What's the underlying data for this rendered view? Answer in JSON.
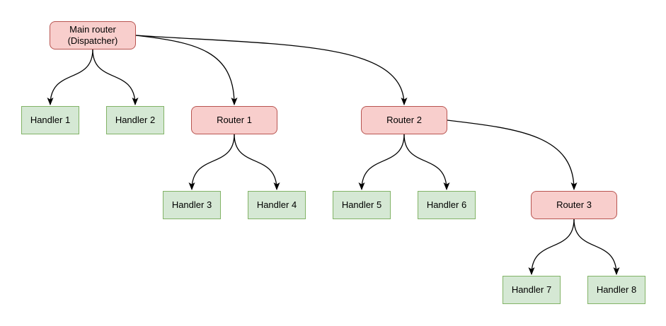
{
  "nodes": {
    "main": {
      "label": "Main router (Dispatcher)",
      "type": "router"
    },
    "h1": {
      "label": "Handler 1",
      "type": "handler"
    },
    "h2": {
      "label": "Handler 2",
      "type": "handler"
    },
    "r1": {
      "label": "Router 1",
      "type": "router"
    },
    "r2": {
      "label": "Router 2",
      "type": "router"
    },
    "h3": {
      "label": "Handler 3",
      "type": "handler"
    },
    "h4": {
      "label": "Handler 4",
      "type": "handler"
    },
    "h5": {
      "label": "Handler 5",
      "type": "handler"
    },
    "h6": {
      "label": "Handler 6",
      "type": "handler"
    },
    "r3": {
      "label": "Router 3",
      "type": "router"
    },
    "h7": {
      "label": "Handler 7",
      "type": "handler"
    },
    "h8": {
      "label": "Handler 8",
      "type": "handler"
    }
  },
  "edges": [
    {
      "from": "main",
      "to": "h1"
    },
    {
      "from": "main",
      "to": "h2"
    },
    {
      "from": "main",
      "to": "r1"
    },
    {
      "from": "main",
      "to": "r2"
    },
    {
      "from": "r1",
      "to": "h3"
    },
    {
      "from": "r1",
      "to": "h4"
    },
    {
      "from": "r2",
      "to": "h5"
    },
    {
      "from": "r2",
      "to": "h6"
    },
    {
      "from": "r2",
      "to": "r3"
    },
    {
      "from": "r3",
      "to": "h7"
    },
    {
      "from": "r3",
      "to": "h8"
    }
  ],
  "colors": {
    "router_fill": "#f8cecc",
    "router_border": "#b85450",
    "handler_fill": "#d5e8d4",
    "handler_border": "#82b366",
    "edge_color": "#000000",
    "text_color": "#000000",
    "bg_color": "#ffffff"
  }
}
